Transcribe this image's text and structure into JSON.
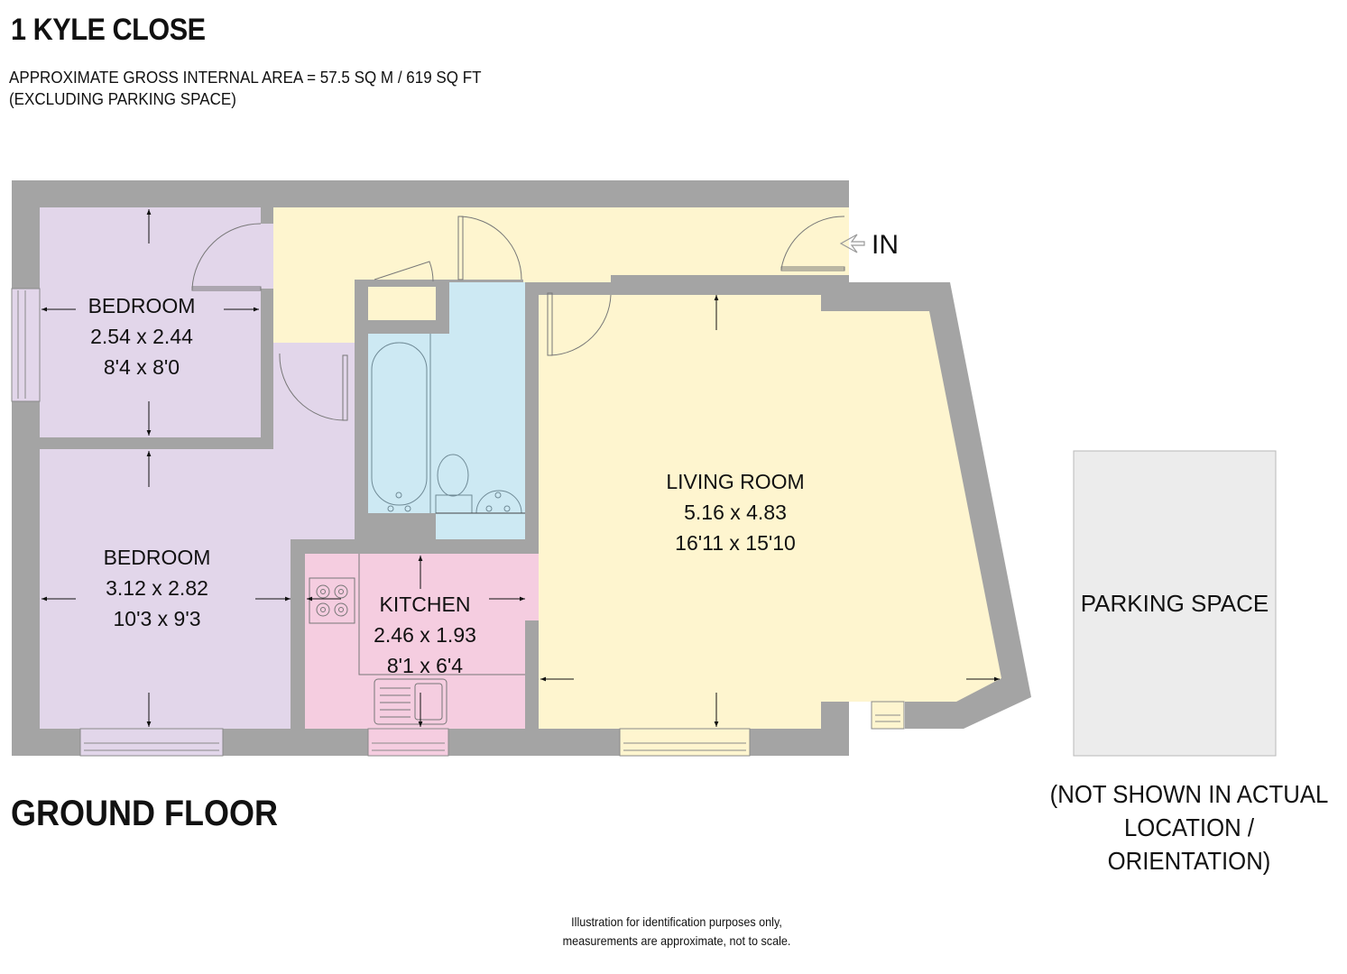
{
  "header": {
    "title": "1 KYLE CLOSE",
    "area_line": "APPROXIMATE GROSS INTERNAL AREA = 57.5 SQ M / 619 SQ FT",
    "area_note": "(EXCLUDING PARKING SPACE)"
  },
  "floor": {
    "label": "GROUND FLOOR"
  },
  "colors": {
    "wall": "#a4a4a4",
    "bedroom": "#e2d6ea",
    "hallway_living": "#fef5cf",
    "bathroom": "#cde9f3",
    "kitchen": "#f5cde0",
    "parking": "#ececec"
  },
  "rooms": {
    "bedroom1": {
      "name": "BEDROOM",
      "metric": "2.54 x 2.44",
      "imperial": "8'4 x 8'0"
    },
    "bedroom2": {
      "name": "BEDROOM",
      "metric": "3.12 x 2.82",
      "imperial": "10'3 x 9'3"
    },
    "kitchen": {
      "name": "KITCHEN",
      "metric": "2.46 x 1.93",
      "imperial": "8'1 x 6'4"
    },
    "living": {
      "name": "LIVING ROOM",
      "metric": "5.16 x 4.83",
      "imperial": "16'11 x 15'10"
    }
  },
  "entrance": {
    "label": "IN"
  },
  "parking": {
    "label": "PARKING SPACE",
    "note_line1": "(NOT SHOWN IN ACTUAL",
    "note_line2": "LOCATION / ORIENTATION)"
  },
  "footer": {
    "line1": "Illustration for identification purposes only,",
    "line2": "measurements are approximate, not to scale."
  }
}
